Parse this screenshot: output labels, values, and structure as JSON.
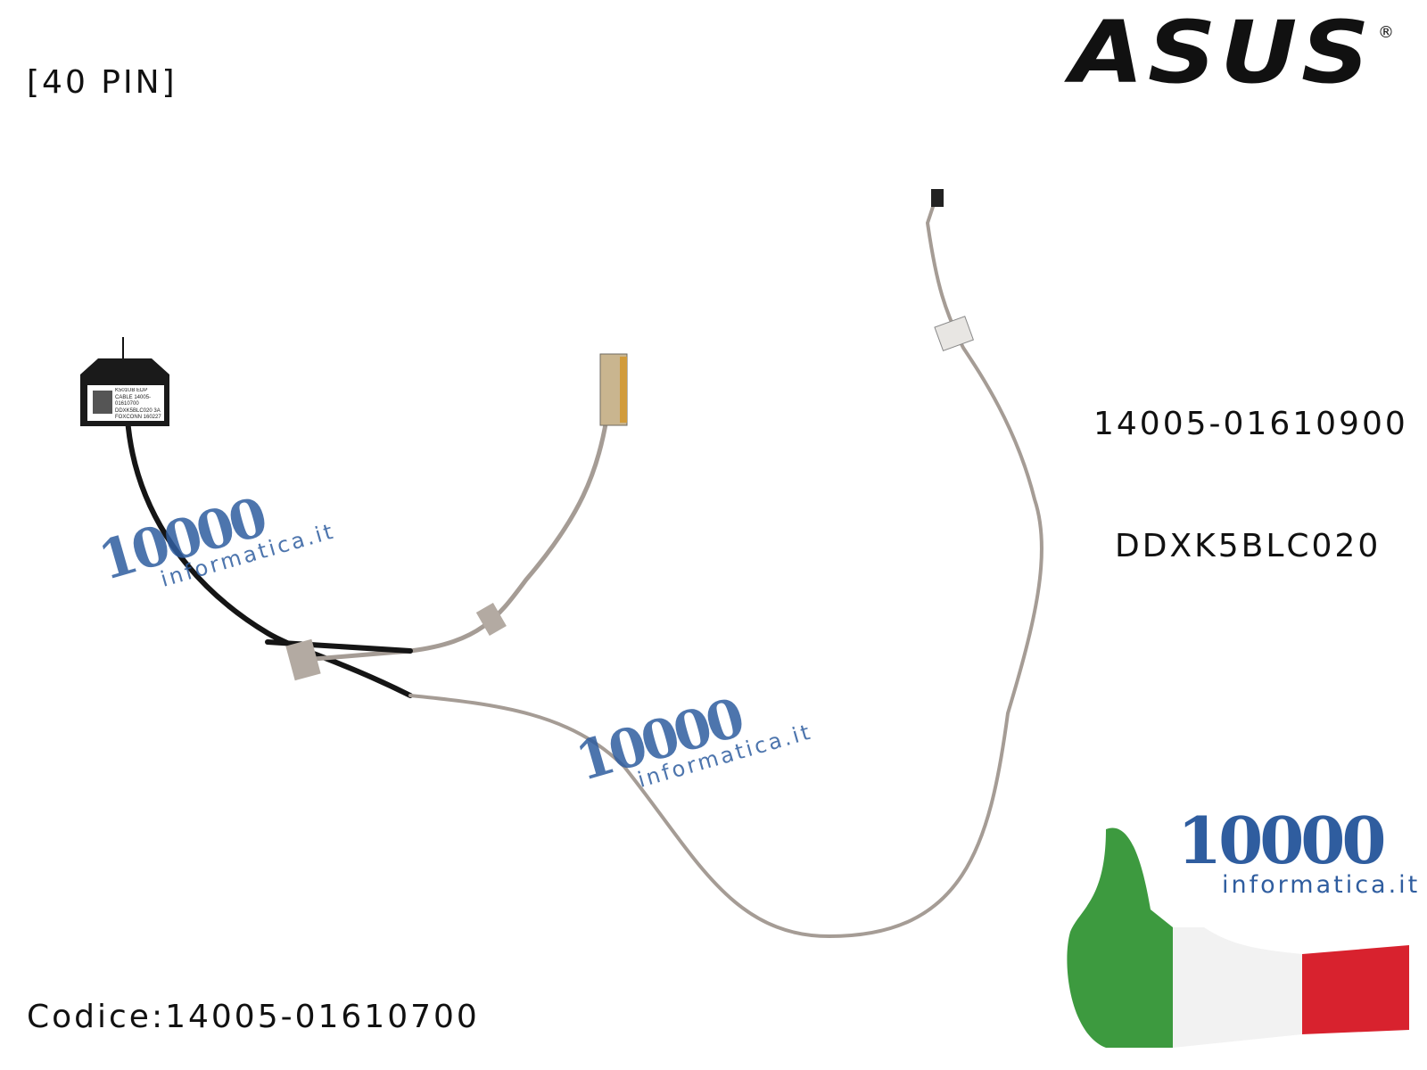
{
  "header": {
    "pin_count": "[40 PIN]",
    "logo_text": "ASUS"
  },
  "codes": {
    "part_number": "14005-01610900",
    "alt_code": "DDXK5BLC020",
    "codice": "Codice:14005-01610700"
  },
  "connector_label": "K501UB EDP CABLE 14005-01610700 DDXK5BLC020 3A FOXCONN 160227",
  "watermark": {
    "number": "10000",
    "domain": "informatica.it"
  },
  "colors": {
    "brand_blue": "#2f5d9f",
    "flag_green": "#3d9a3f",
    "flag_red": "#d8222e",
    "cable_gray": "#a59c95"
  }
}
